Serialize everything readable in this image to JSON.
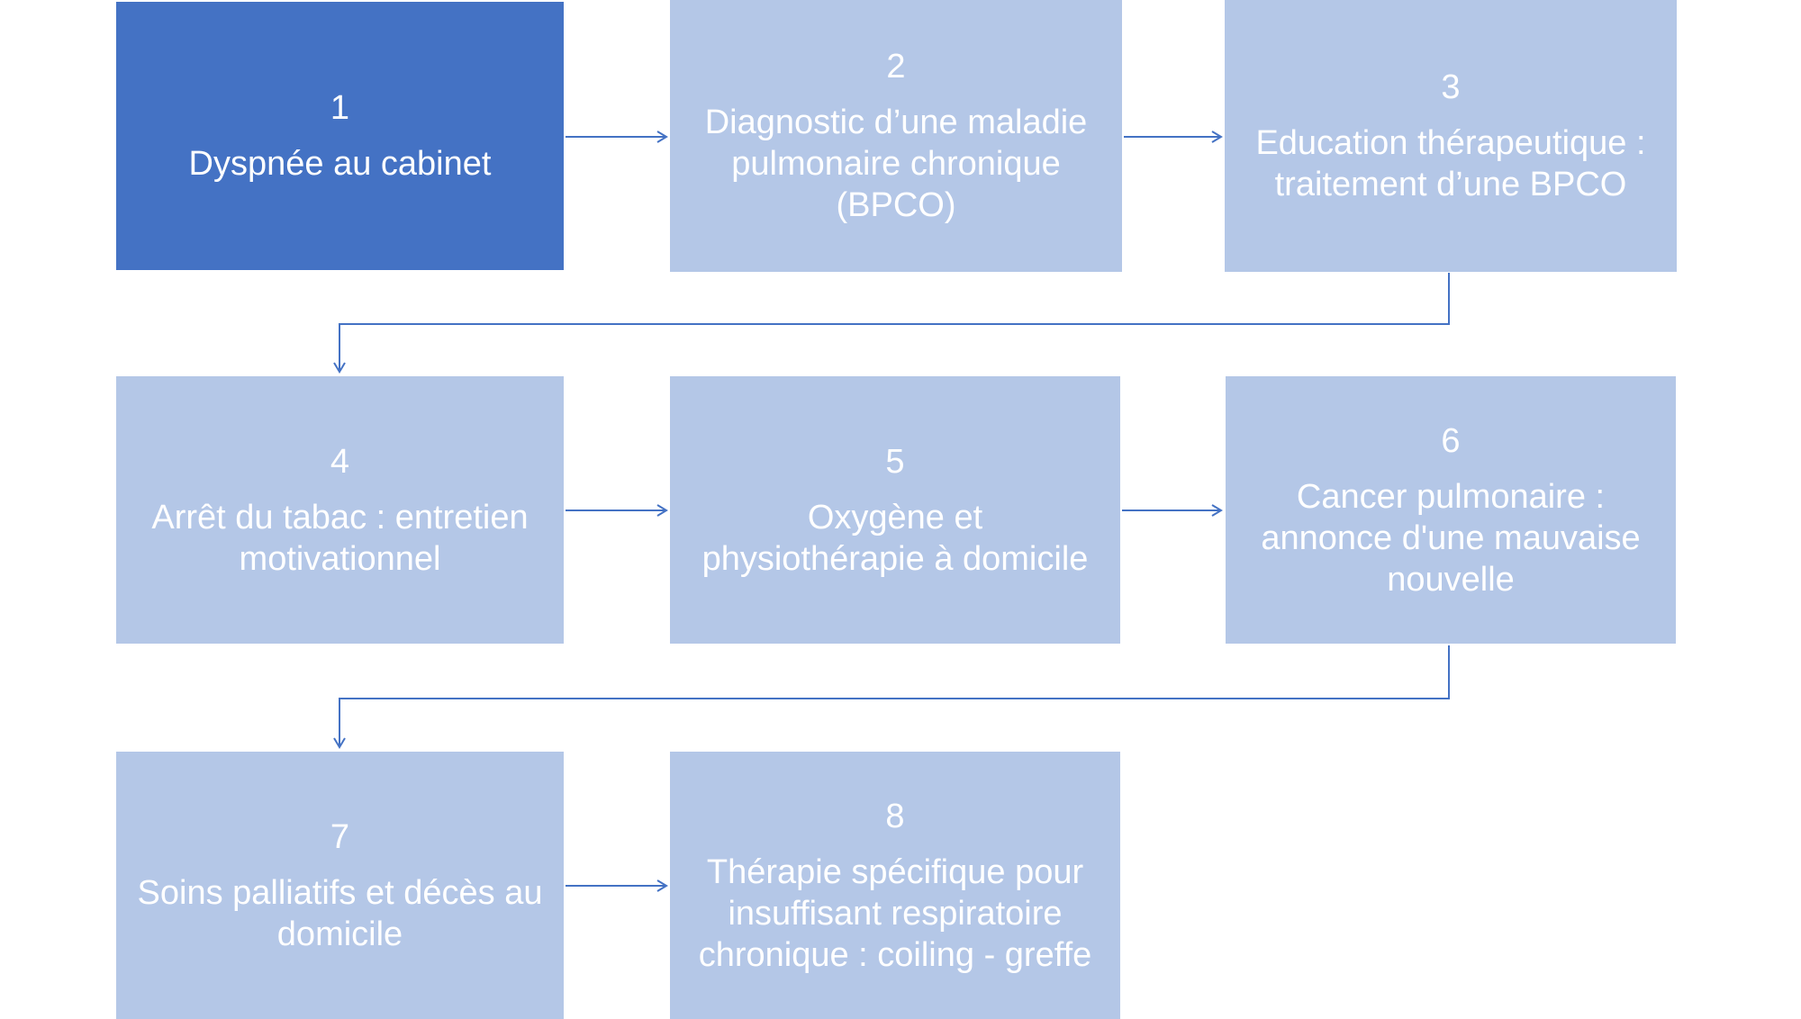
{
  "colors": {
    "active_fill": "#4472c4",
    "inactive_fill": "#b4c7e7",
    "text": "#ffffff",
    "connector": "#4472c4"
  },
  "steps": [
    {
      "number": "1",
      "label": "Dyspnée au cabinet",
      "active": true
    },
    {
      "number": "2",
      "label": "Diagnostic d’une maladie\npulmonaire chronique\n(BPCO)",
      "active": false
    },
    {
      "number": "3",
      "label": "Education thérapeutique :\ntraitement d’une BPCO",
      "active": false
    },
    {
      "number": "4",
      "label": "Arrêt du tabac : entretien\nmotivationnel",
      "active": false
    },
    {
      "number": "5",
      "label": "Oxygène et\nphysiothérapie à domicile",
      "active": false
    },
    {
      "number": "6",
      "label": "Cancer pulmonaire :\nannonce d'une mauvaise\nnouvelle",
      "active": false
    },
    {
      "number": "7",
      "label": "Soins palliatifs et décès au\ndomicile",
      "active": false
    },
    {
      "number": "8",
      "label": "Thérapie spécifique pour\ninsuffisant respiratoire\nchronique : coiling - greffe",
      "active": false
    }
  ]
}
